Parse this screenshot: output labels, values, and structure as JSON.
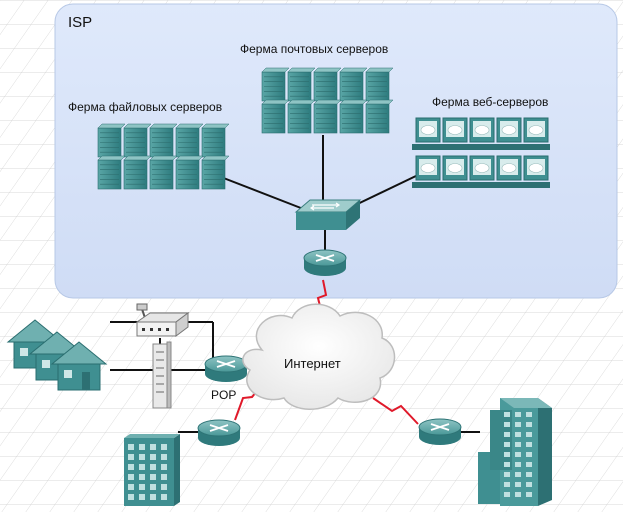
{
  "diagram": {
    "isp_label": "ISP",
    "mail_farm_label": "Ферма почтовых серверов",
    "file_farm_label": "Ферма файловых серверов",
    "web_farm_label": "Ферма веб-серверов",
    "internet_label": "Интернет",
    "pop_label": "POP"
  },
  "colors": {
    "isp_zone": "#d9e6fa",
    "device_teal": "#3f8f91",
    "wan_link": "#e0192a",
    "lan_link": "#111111"
  },
  "icons": [
    "server-rack-icon",
    "web-server-icon",
    "switch-icon",
    "router-icon",
    "cloud-icon",
    "house-icon",
    "modem-icon",
    "office-building-icon"
  ]
}
